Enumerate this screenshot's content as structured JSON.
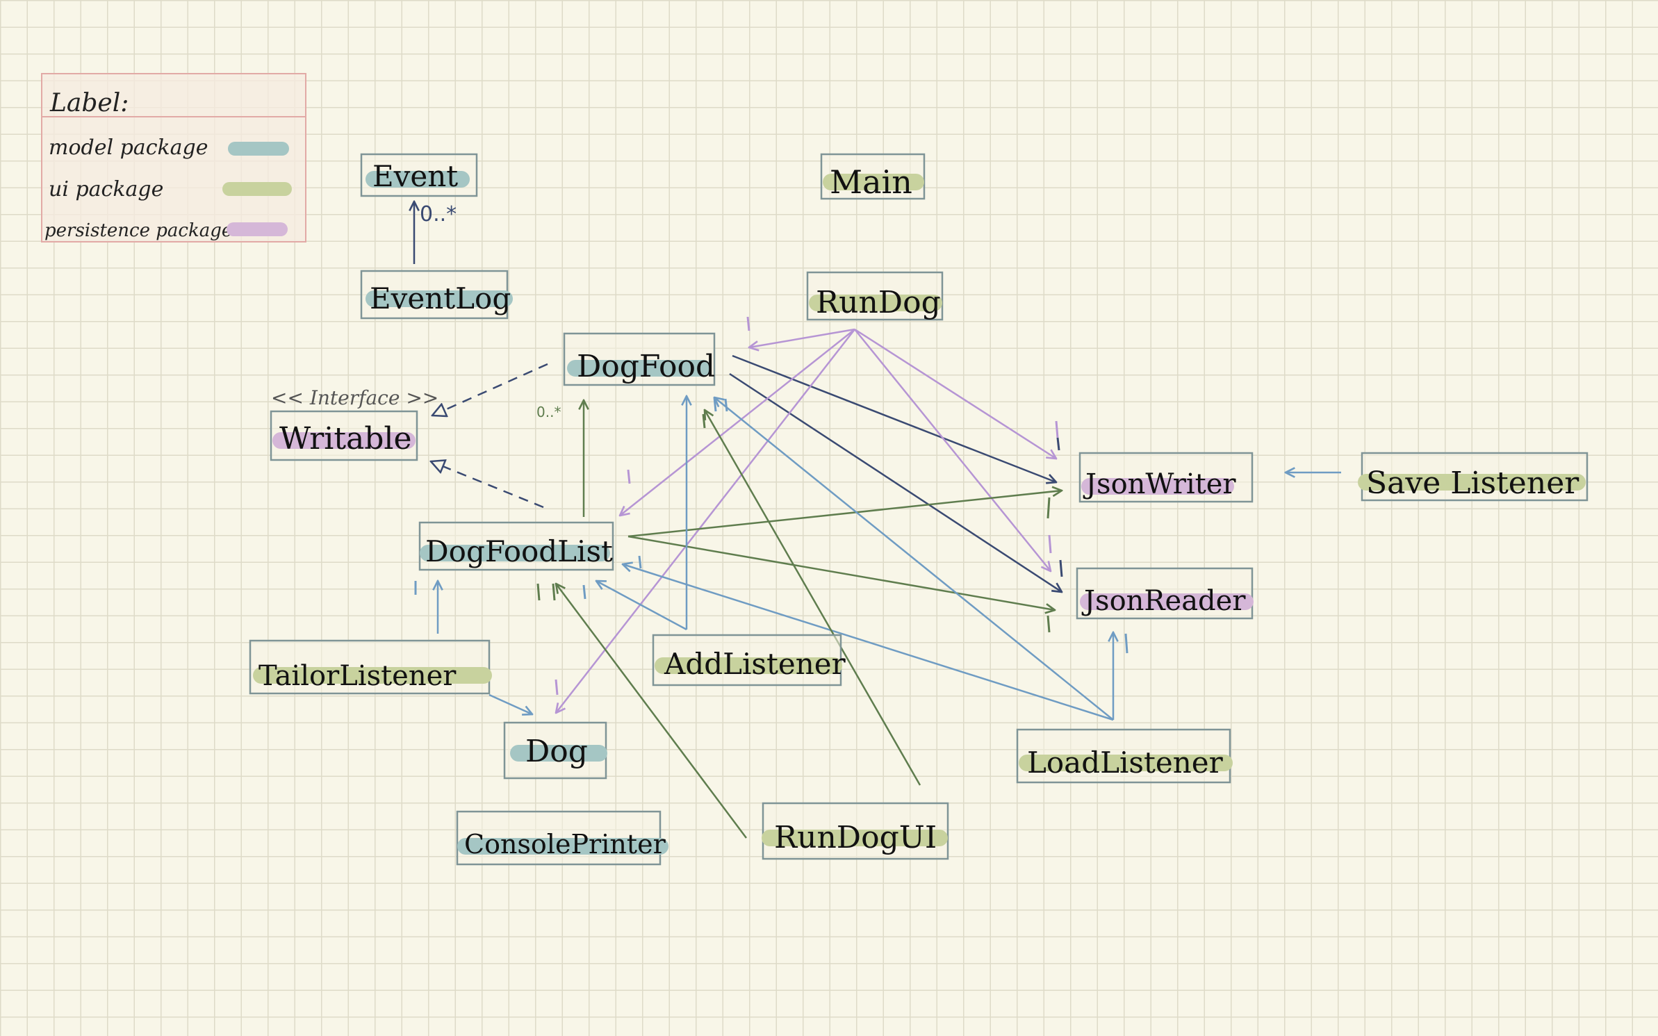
{
  "colors": {
    "model": "#a5c6c4",
    "ui": "#c8d29e",
    "persistence": "#d5b7d8",
    "arrow_navy": "#3a4a72",
    "arrow_blue": "#6f9cc3",
    "arrow_green": "#5f7d4e",
    "arrow_purple": "#b695d4",
    "box_border": "#7f9496",
    "legend_border": "#e2aaa6",
    "legend_fill": "#f6ebe0"
  },
  "legend": {
    "title": "Label:",
    "items": [
      {
        "id": "model",
        "label": "model package",
        "color": "#a5c6c4"
      },
      {
        "id": "ui",
        "label": "ui package",
        "color": "#c8d29e"
      },
      {
        "id": "persistence",
        "label": "persistence package",
        "color": "#d5b7d8"
      }
    ]
  },
  "classes": [
    {
      "id": "Event",
      "label": "Event",
      "package": "model"
    },
    {
      "id": "EventLog",
      "label": "EventLog",
      "package": "model"
    },
    {
      "id": "Main",
      "label": "Main",
      "package": "ui"
    },
    {
      "id": "RunDog",
      "label": "RunDog",
      "package": "ui"
    },
    {
      "id": "DogFood",
      "label": "DogFood",
      "package": "model"
    },
    {
      "id": "Writable",
      "label": "Writable",
      "package": "persistence",
      "stereotype": "<< Interface >>"
    },
    {
      "id": "DogFoodList",
      "label": "DogFoodList",
      "package": "model"
    },
    {
      "id": "JsonWriter",
      "label": "JsonWriter",
      "package": "persistence"
    },
    {
      "id": "SaveListener",
      "label": "Save Listener",
      "package": "ui"
    },
    {
      "id": "JsonReader",
      "label": "JsonReader",
      "package": "persistence"
    },
    {
      "id": "TailorListener",
      "label": "TailorListener",
      "package": "ui"
    },
    {
      "id": "AddListener",
      "label": "AddListener",
      "package": "ui"
    },
    {
      "id": "Dog",
      "label": "Dog",
      "package": "model"
    },
    {
      "id": "LoadListener",
      "label": "LoadListener",
      "package": "ui"
    },
    {
      "id": "ConsolePrinter",
      "label": "ConsolePrinter",
      "package": "model"
    },
    {
      "id": "RunDogUI",
      "label": "RunDogUI",
      "package": "ui"
    }
  ],
  "multiplicities": [
    {
      "id": "eventlog-event",
      "text": "0..*"
    },
    {
      "id": "dogfoodlist-dogfood",
      "text": "0..*"
    }
  ],
  "relations": [
    {
      "from": "EventLog",
      "to": "Event",
      "kind": "association",
      "color": "navy"
    },
    {
      "from": "DogFood",
      "to": "Writable",
      "kind": "implements",
      "color": "navy"
    },
    {
      "from": "DogFoodList",
      "to": "Writable",
      "kind": "implements",
      "color": "navy"
    },
    {
      "from": "DogFoodList",
      "to": "DogFood",
      "kind": "association",
      "color": "green"
    },
    {
      "from": "DogFood",
      "to": "JsonWriter",
      "kind": "dependency",
      "color": "navy"
    },
    {
      "from": "DogFood",
      "to": "JsonReader",
      "kind": "dependency",
      "color": "navy"
    },
    {
      "from": "RunDog",
      "to": "DogFood",
      "kind": "dependency",
      "color": "purple"
    },
    {
      "from": "RunDog",
      "to": "DogFoodList",
      "kind": "dependency",
      "color": "purple"
    },
    {
      "from": "RunDog",
      "to": "Dog",
      "kind": "dependency",
      "color": "purple"
    },
    {
      "from": "RunDog",
      "to": "JsonWriter",
      "kind": "dependency",
      "color": "purple"
    },
    {
      "from": "RunDog",
      "to": "JsonReader",
      "kind": "dependency",
      "color": "purple"
    },
    {
      "from": "DogFoodList",
      "to": "JsonWriter",
      "kind": "dependency",
      "color": "green"
    },
    {
      "from": "DogFoodList",
      "to": "JsonReader",
      "kind": "dependency",
      "color": "green"
    },
    {
      "from": "SaveListener",
      "to": "JsonWriter",
      "kind": "dependency",
      "color": "blue"
    },
    {
      "from": "TailorListener",
      "to": "DogFoodList",
      "kind": "dependency",
      "color": "blue"
    },
    {
      "from": "TailorListener",
      "to": "Dog",
      "kind": "dependency",
      "color": "blue"
    },
    {
      "from": "AddListener",
      "to": "DogFood",
      "kind": "dependency",
      "color": "blue"
    },
    {
      "from": "AddListener",
      "to": "DogFoodList",
      "kind": "dependency",
      "color": "blue"
    },
    {
      "from": "LoadListener",
      "to": "JsonReader",
      "kind": "dependency",
      "color": "blue"
    },
    {
      "from": "LoadListener",
      "to": "DogFood",
      "kind": "dependency",
      "color": "blue"
    },
    {
      "from": "LoadListener",
      "to": "DogFoodList",
      "kind": "dependency",
      "color": "blue"
    },
    {
      "from": "RunDogUI",
      "to": "DogFood",
      "kind": "dependency",
      "color": "green"
    },
    {
      "from": "RunDogUI",
      "to": "DogFoodList",
      "kind": "dependency",
      "color": "green"
    }
  ]
}
